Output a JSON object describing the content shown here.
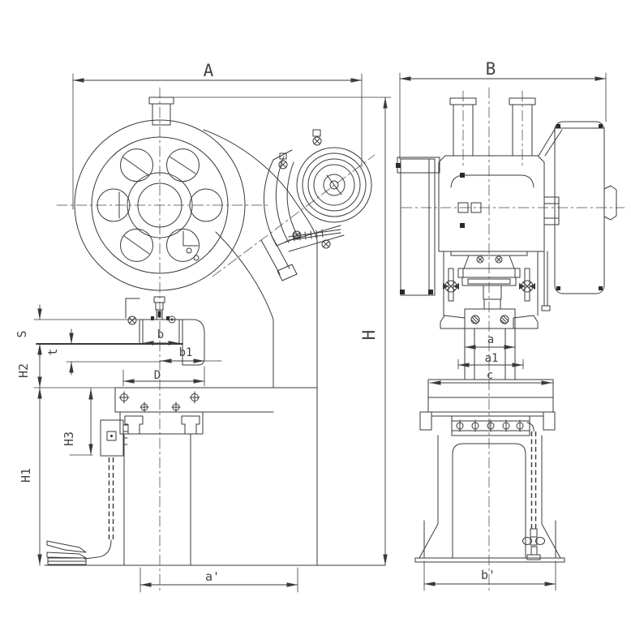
{
  "drawing": {
    "type": "mechanical press dimensional drawing, two orthographic views",
    "colors": {
      "line": "#3a3a3a",
      "text": "#444444",
      "background": "#ffffff"
    }
  },
  "labels": {
    "front": {
      "A": "A",
      "H": "H",
      "S": "S",
      "t": "t",
      "H2": "H2",
      "H3": "H3",
      "H1": "H1",
      "b": "b",
      "b1": "b1",
      "D": "D",
      "a_prime": "a'"
    },
    "side": {
      "B": "B",
      "a": "a",
      "a1": "a1",
      "c": "c",
      "b_prime": "b'"
    }
  }
}
